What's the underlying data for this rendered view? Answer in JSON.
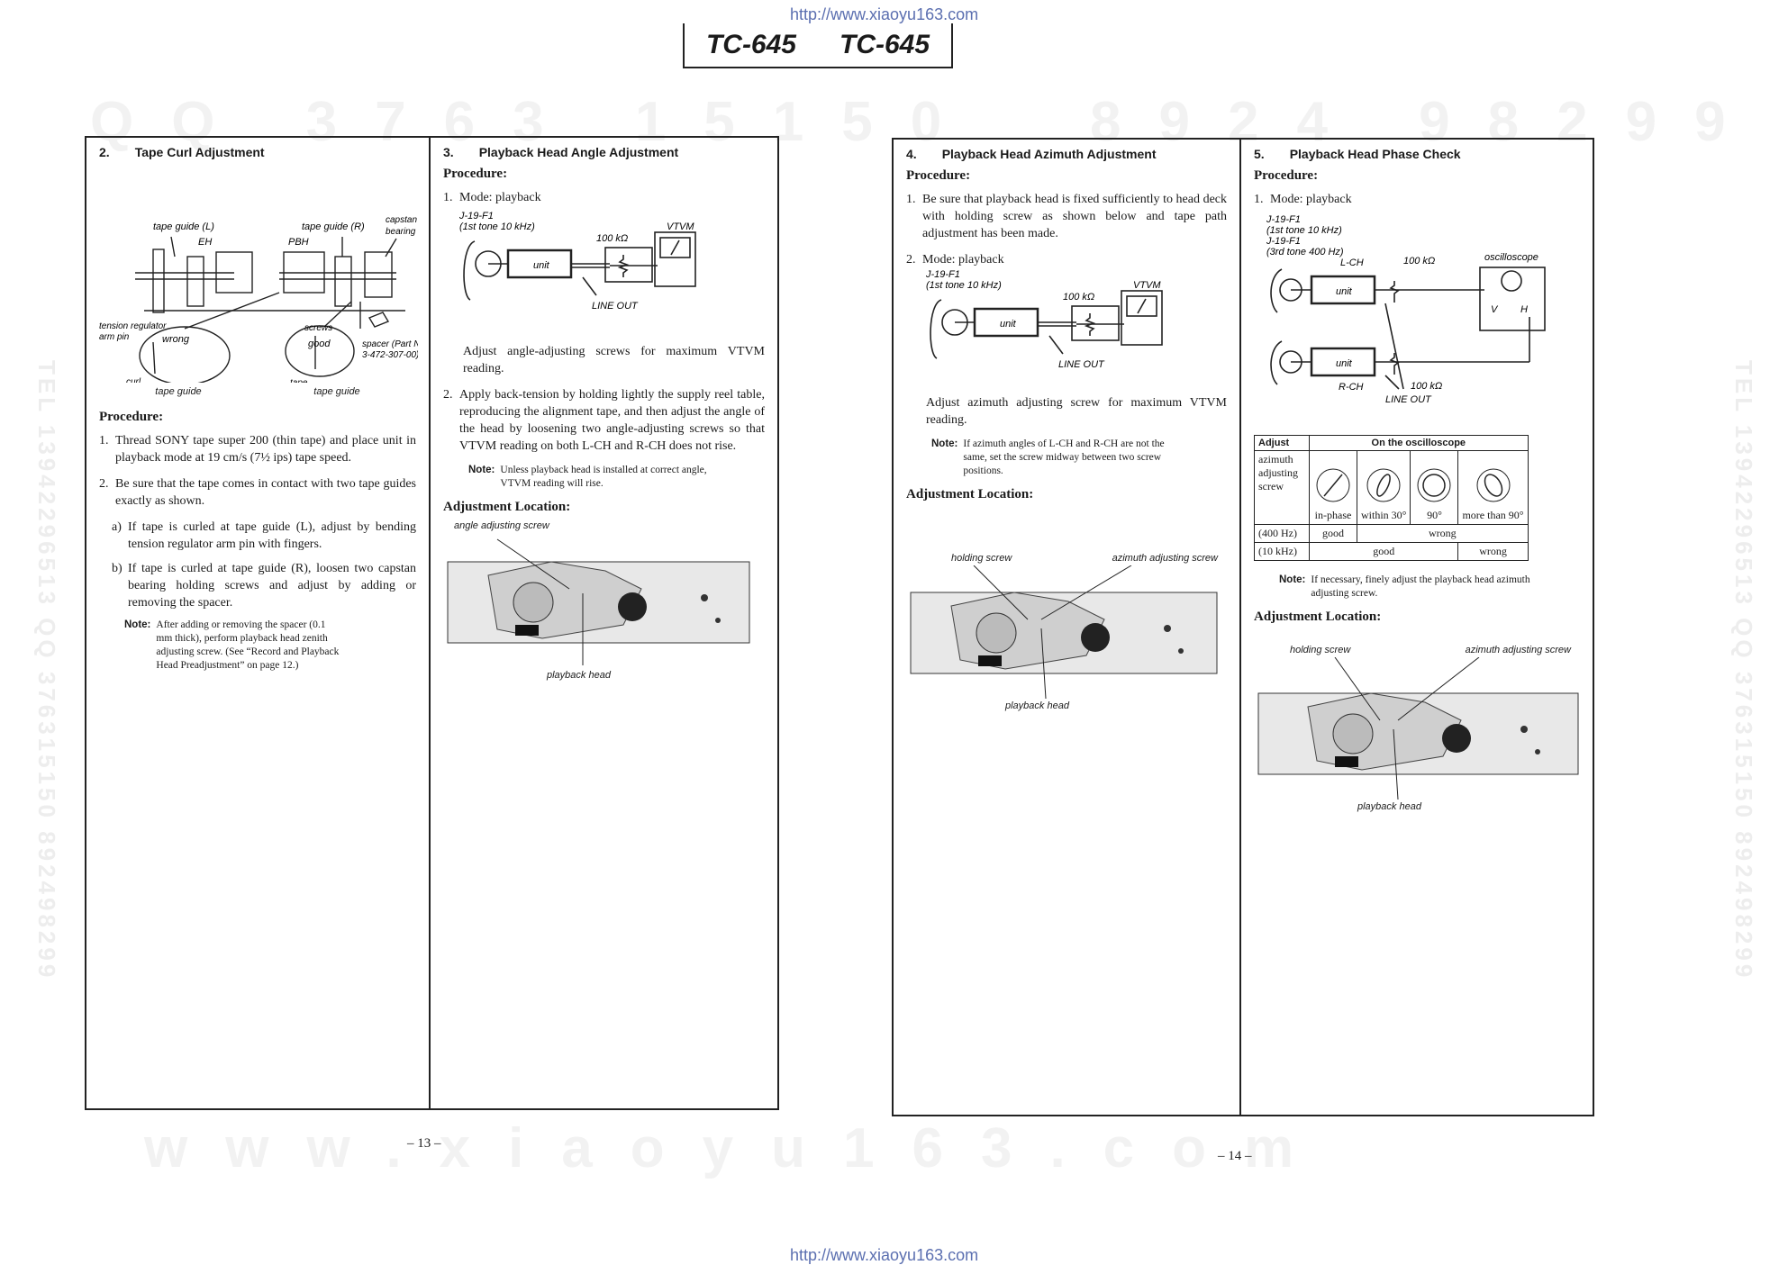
{
  "urls": {
    "top": "http://www.xiaoyu163.com",
    "bottom": "http://www.xiaoyu163.com"
  },
  "header": {
    "model_left": "TC-645",
    "model_right": "TC-645"
  },
  "watermarks": {
    "top_left": "QQ 3763 15150",
    "top_right": "8924 98299",
    "bottom": "www.xiaoyu163.com",
    "side": "TEL 13942296513 QQ 376315150 892498299"
  },
  "page_numbers": {
    "left": "– 13 –",
    "right": "– 14 –"
  },
  "sec2": {
    "num": "2.",
    "title": "Tape Curl Adjustment",
    "diagram": {
      "tape_guide_l": "tape guide (L)",
      "eh": "EH",
      "tape_guide_r": "tape guide (R)",
      "pbh": "PBH",
      "capstan_bearing_1": "capstan",
      "capstan_bearing_2": "bearing",
      "tension_1": "tension regulator",
      "tension_2": "arm pin",
      "wrong": "wrong",
      "screws": "screws",
      "good": "good",
      "spacer_1": "spacer (Part No.",
      "spacer_2": "3-472-307-00)",
      "curl_a": "curl",
      "curl_b": "curl",
      "tape": "tape",
      "tape_guide_a": "tape guide",
      "tape_guide_b": "tape guide"
    },
    "procedure_label": "Procedure:",
    "steps": [
      {
        "n": "1.",
        "text": "Thread SONY tape super 200 (thin tape) and place unit in playback mode at 19 cm/s (7½ ips) tape speed."
      },
      {
        "n": "2.",
        "text": "Be sure that the tape comes in contact with two tape guides exactly as shown."
      }
    ],
    "substeps": [
      {
        "n": "a)",
        "text": "If tape is curled at tape guide (L), adjust by bending tension regulator arm pin with fingers."
      },
      {
        "n": "b)",
        "text": "If tape is curled at tape guide (R), loosen two capstan bearing holding screws and adjust by adding or removing the spacer."
      }
    ],
    "note_label": "Note:",
    "note": "After adding or removing the spacer (0.1 mm thick), perform playback head zenith adjusting screw. (See “Record and Playback Head Preadjustment” on page 12.)"
  },
  "sec3": {
    "num": "3.",
    "title": "Playback Head Angle Adjustment",
    "procedure_label": "Procedure:",
    "step1": {
      "n": "1.",
      "text": "Mode: playback"
    },
    "circuit": {
      "tape_1": "J-19-F1",
      "tape_2": "(1st tone 10 kHz)",
      "unit": "unit",
      "resistor": "100 kΩ",
      "meter": "VTVM",
      "line_out": "LINE OUT"
    },
    "para": "Adjust angle-adjusting screws for maximum VTVM reading.",
    "step2": {
      "n": "2.",
      "text": "Apply back-tension by holding lightly the supply reel table, reproducing the alignment tape, and then adjust the angle of the head by loosening two angle-adjusting screws so that VTVM reading on both L-CH and R-CH does not rise."
    },
    "note_label": "Note:",
    "note": "Unless playback head is installed at correct angle, VTVM reading will rise.",
    "adj_label": "Adjustment Location:",
    "photo": {
      "screw": "angle adjusting screw",
      "head": "playback head"
    }
  },
  "sec4": {
    "num": "4.",
    "title": "Playback Head Azimuth Adjustment",
    "procedure_label": "Procedure:",
    "step1": {
      "n": "1.",
      "text": "Be sure that playback head is fixed sufficiently to head deck with holding screw as shown below and tape path adjustment has been made."
    },
    "step2": {
      "n": "2.",
      "text": "Mode: playback"
    },
    "circuit": {
      "tape_1": "J-19-F1",
      "tape_2": "(1st tone 10 kHz)",
      "unit": "unit",
      "resistor": "100 kΩ",
      "meter": "VTVM",
      "line_out": "LINE OUT"
    },
    "para": "Adjust azimuth adjusting screw for maximum VTVM reading.",
    "note_label": "Note:",
    "note": "If azimuth angles of L-CH and R-CH are not the same, set the screw midway between two screw positions.",
    "adj_label": "Adjustment Location:",
    "photo": {
      "holding": "holding screw",
      "azimuth": "azimuth adjusting screw",
      "head": "playback head"
    }
  },
  "sec5": {
    "num": "5.",
    "title": "Playback Head Phase Check",
    "procedure_label": "Procedure:",
    "step1": {
      "n": "1.",
      "text": "Mode: playback"
    },
    "circuit": {
      "tape_1": "J-19-F1",
      "tape_2": "(1st tone 10 kHz)",
      "tape_3": "J-19-F1",
      "tape_4": "(3rd tone 400 Hz)",
      "lch": "L-CH",
      "rch": "R-CH",
      "res_top": "100 kΩ",
      "res_bot": "100 kΩ",
      "scope": "oscilloscope",
      "v": "V",
      "h": "H",
      "unit_top": "unit",
      "unit_bot": "unit",
      "line_out": "LINE OUT"
    },
    "table": {
      "adjust": "Adjust",
      "on_scope": "On the oscilloscope",
      "adj_screw": "azimuth adjusting screw",
      "captions": [
        "in-phase",
        "within 30°",
        "90°",
        "more than 90°"
      ],
      "row1_label": "(400 Hz)",
      "row1_good": "good",
      "row1_wrong": "wrong",
      "row2_label": "(10 kHz)",
      "row2_good": "good",
      "row2_wrong": "wrong"
    },
    "note_label": "Note:",
    "note": "If necessary, finely adjust the playback head azimuth adjusting screw.",
    "adj_label": "Adjustment Location:",
    "photo": {
      "holding": "holding screw",
      "azimuth": "azimuth adjusting screw",
      "head": "playback head"
    }
  }
}
